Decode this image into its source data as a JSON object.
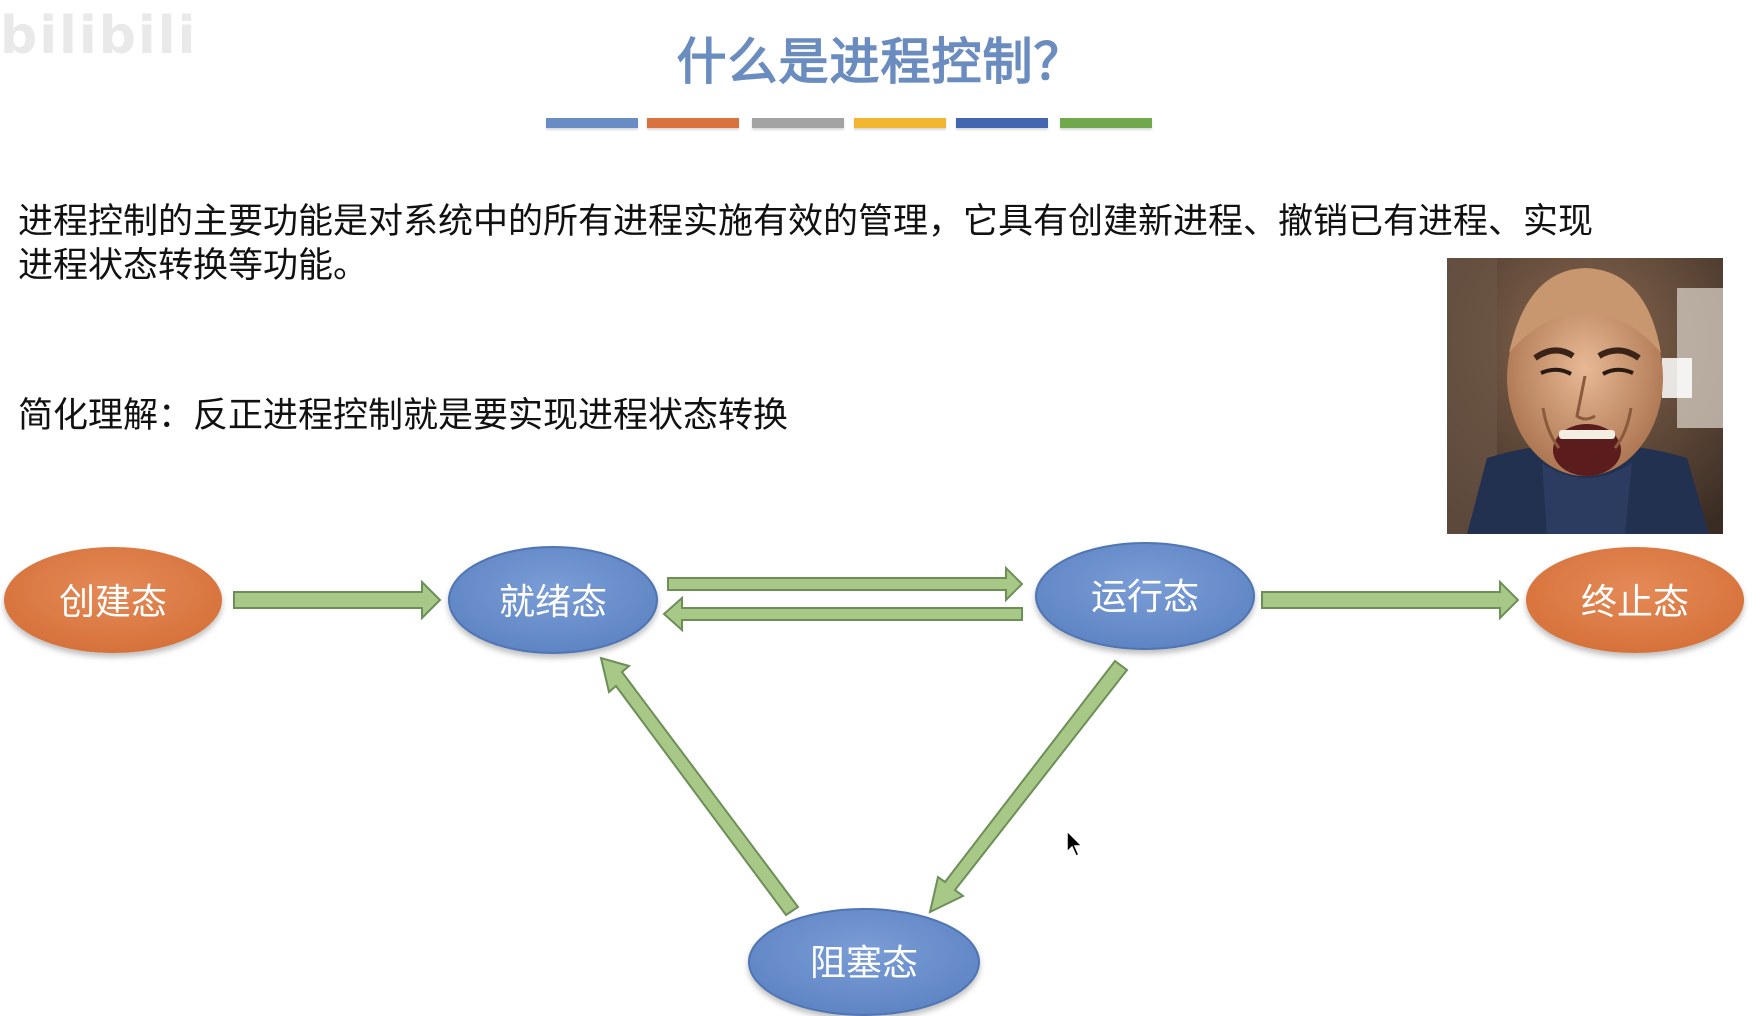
{
  "watermark": "bilibili",
  "slide": {
    "title": "什么是进程控制？",
    "title_color": "#6a8cbf",
    "color_bars": [
      "#6a8cc4",
      "#d9723e",
      "#a3a3a3",
      "#f2b630",
      "#4466b0",
      "#72a84c"
    ],
    "paragraph_line1": "进程控制的主要功能是对系统中的所有进程实施有效的管理，它具有创建新进程、撤销已有进程、实现",
    "paragraph_line2": "进程状态转换等功能。",
    "simplified": "简化理解：反正进程控制就是要实现进程状态转换"
  },
  "diagram": {
    "node_colors": {
      "terminal": "#dd7a45",
      "state": "#6a8fcb",
      "arrow_fill": "#a8c887",
      "arrow_stroke": "#6b8f57"
    },
    "nodes": {
      "create": "创建态",
      "ready": "就绪态",
      "running": "运行态",
      "terminated": "终止态",
      "blocked": "阻塞态"
    },
    "edges": [
      {
        "from": "创建态",
        "to": "就绪态"
      },
      {
        "from": "就绪态",
        "to": "运行态"
      },
      {
        "from": "运行态",
        "to": "就绪态"
      },
      {
        "from": "运行态",
        "to": "终止态"
      },
      {
        "from": "运行态",
        "to": "阻塞态"
      },
      {
        "from": "阻塞态",
        "to": "就绪态"
      }
    ]
  },
  "photo": {
    "icon": "meme-photo-icon"
  }
}
